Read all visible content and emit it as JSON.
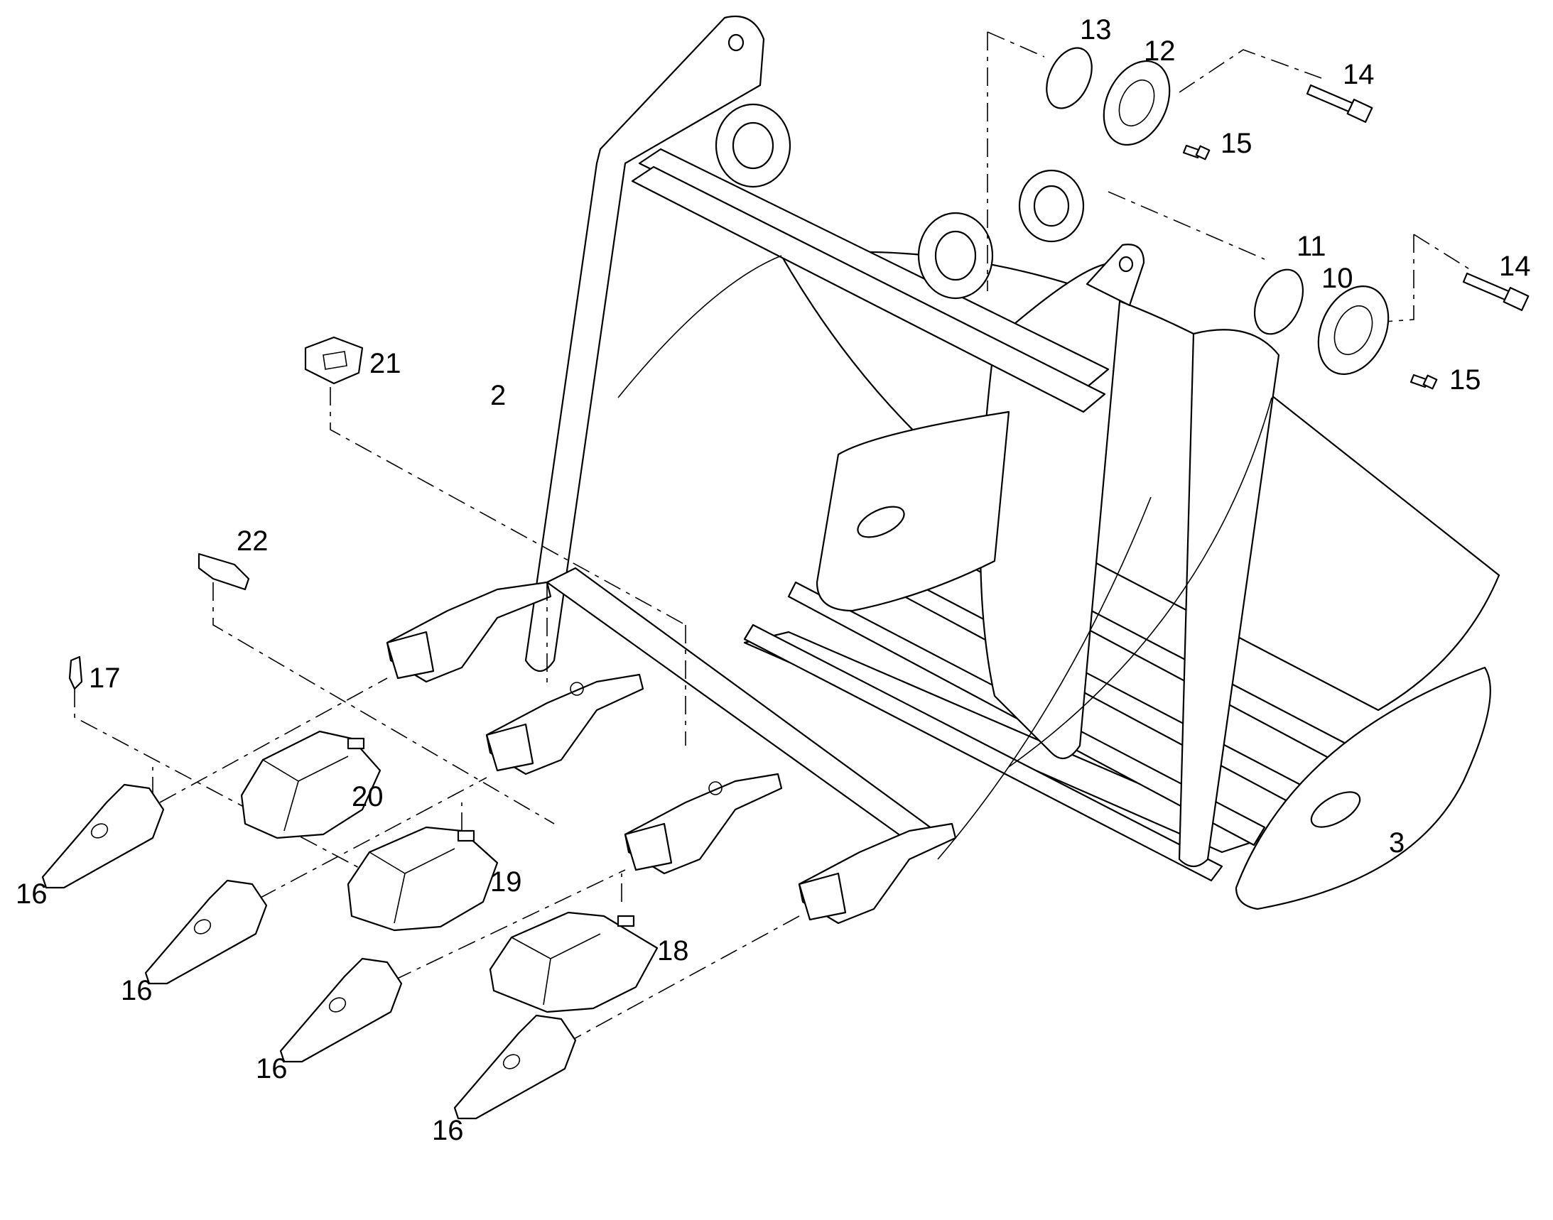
{
  "diagram": {
    "style": "exploded-parts-drawing",
    "line_color": "#000000",
    "background": "#ffffff"
  },
  "callouts": {
    "c2": "2",
    "c3": "3",
    "c10": "10",
    "c11": "11",
    "c12": "12",
    "c13": "13",
    "c14a": "14",
    "c14b": "14",
    "c15a": "15",
    "c15b": "15",
    "c16a": "16",
    "c16b": "16",
    "c16c": "16",
    "c16d": "16",
    "c17": "17",
    "c18": "18",
    "c19": "19",
    "c20": "20",
    "c21": "21",
    "c22": "22"
  }
}
